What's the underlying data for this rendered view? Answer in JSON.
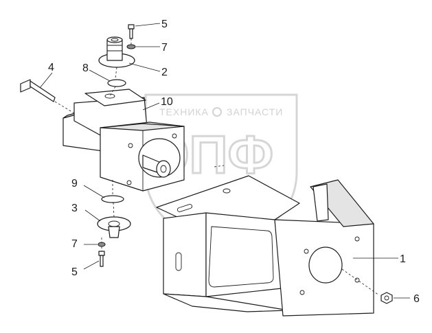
{
  "watermark": {
    "line1_left": "ТЕХНИКА",
    "line1_right": "ЗАПЧАСТИ",
    "big": "ЭПФ",
    "color": "#d2d2d2"
  },
  "callouts": {
    "c1": "1",
    "c2": "2",
    "c3": "3",
    "c4": "4",
    "c5_top": "5",
    "c5_bottom": "5",
    "c6": "6",
    "c7_top": "7",
    "c7_bottom": "7",
    "c8": "8",
    "c9": "9",
    "c10": "10"
  },
  "colors": {
    "line": "#1a1a1a",
    "shade": "#e4e4e4",
    "background": "#ffffff"
  }
}
